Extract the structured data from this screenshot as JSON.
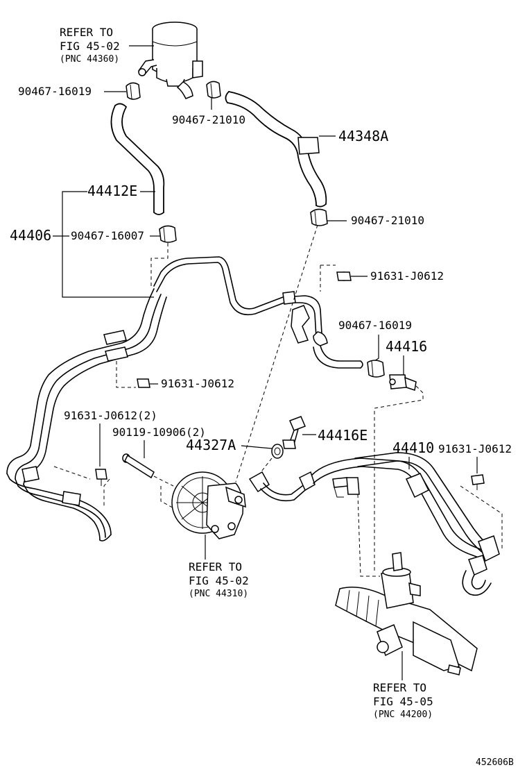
{
  "labels": {
    "ref_reservoir_l1": "REFER TO",
    "ref_reservoir_l2": "FIG 45-02",
    "ref_reservoir_l3": "(PNC 44360)",
    "p_90467_16019_top": "90467-16019",
    "p_90467_21010_top": "90467-21010",
    "p_44348A": "44348A",
    "p_44412E": "44412E",
    "p_44406": "44406",
    "p_90467_16007": "90467-16007",
    "p_90467_21010_mid": "90467-21010",
    "p_91631_J0612_a": "91631-J0612",
    "p_90467_16019_mid": "90467-16019",
    "p_44416": "44416",
    "p_91631_J0612_b": "91631-J0612",
    "p_91631_J0612_2": "91631-J0612(2)",
    "p_90119_10906_2": "90119-10906(2)",
    "p_44327A": "44327A",
    "p_44416E": "44416E",
    "p_44410": "44410",
    "p_91631_J0612_c": "91631-J0612",
    "ref_pump_l1": "REFER TO",
    "ref_pump_l2": "FIG 45-02",
    "ref_pump_l3": "(PNC 44310)",
    "ref_gear_l1": "REFER TO",
    "ref_gear_l2": "FIG 45-05",
    "ref_gear_l3": "(PNC 44200)",
    "diagram_id": "452606B"
  }
}
